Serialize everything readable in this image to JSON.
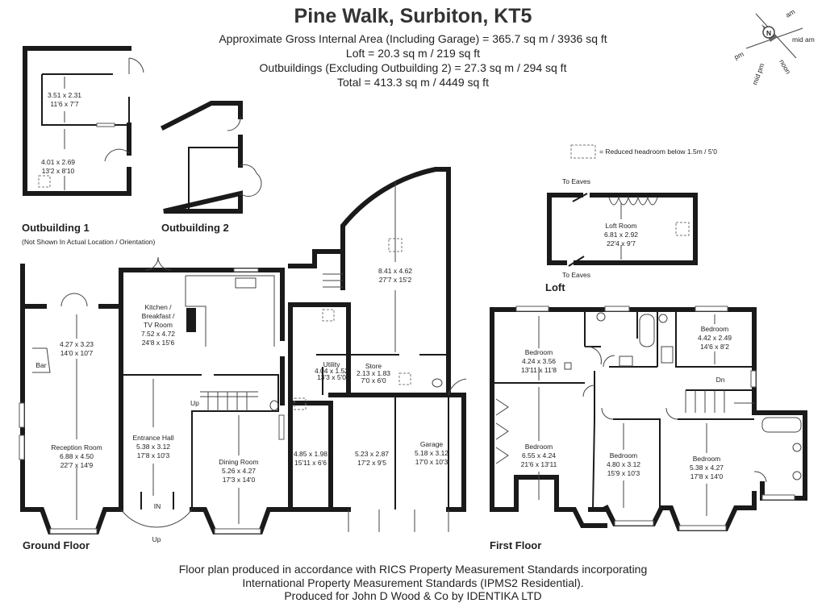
{
  "header": {
    "title": "Pine Walk, Surbiton, KT5",
    "area_lines": [
      "Approximate Gross Internal Area (Including Garage) = 365.7 sq m / 3936 sq ft",
      "Loft = 20.3 sq m / 219 sq ft",
      "Outbuildings (Excluding Outbuilding 2) = 27.3 sq m / 294 sq ft",
      "Total = 413.3 sq m / 4449 sq ft"
    ]
  },
  "legend": {
    "reduced_headroom": "= Reduced headroom below 1.5m / 5'0"
  },
  "compass": {
    "am": "am",
    "mid_am": "mid am",
    "noon": "noon",
    "mid_pm": "mid pm",
    "pm": "pm",
    "north": "N"
  },
  "outbuilding1": {
    "label": "Outbuilding 1",
    "note": "(Not Shown In Actual Location / Orientation)",
    "rooms": [
      {
        "dims_m": "3.51 x 2.31",
        "dims_ft": "11'6 x 7'7"
      },
      {
        "dims_m": "4.01 x 2.69",
        "dims_ft": "13'2 x 8'10"
      }
    ]
  },
  "outbuilding2": {
    "label": "Outbuilding 2"
  },
  "loft": {
    "label": "Loft",
    "to_eaves_top": "To Eaves",
    "to_eaves_bottom": "To Eaves",
    "room": {
      "name": "Loft Room",
      "dims_m": "6.81 x 2.92",
      "dims_ft": "22'4 x 9'7"
    }
  },
  "ground_floor": {
    "label": "Ground Floor",
    "bar": "Bar",
    "up_stairs": "Up",
    "in": "IN",
    "up_steps": "Up",
    "rooms": {
      "sunroom": {
        "dims_m": "4.27 x 3.23",
        "dims_ft": "14'0 x 10'7"
      },
      "reception": {
        "name": "Reception Room",
        "dims_m": "6.88 x 4.50",
        "dims_ft": "22'7 x 14'9"
      },
      "kitchen": {
        "name1": "Kitchen /",
        "name2": "Breakfast /",
        "name3": "TV Room",
        "dims_m": "7.52 x 4.72",
        "dims_ft": "24'8 x 15'6"
      },
      "entrance": {
        "name": "Entrance Hall",
        "dims_m": "5.38 x 3.12",
        "dims_ft": "17'8 x 10'3"
      },
      "dining": {
        "name": "Dining Room",
        "dims_m": "5.26 x 4.27",
        "dims_ft": "17'3 x 14'0"
      },
      "utility": {
        "name": "Utility",
        "dims_m": "4.04 x 1.52",
        "dims_ft": "13'3 x 5'0"
      },
      "store": {
        "name": "Store",
        "dims_m": "2.13 x 1.83",
        "dims_ft": "7'0 x 6'0"
      },
      "large": {
        "dims_m": "8.41 x 4.62",
        "dims_ft": "27'7 x 15'2"
      },
      "side": {
        "dims_m": "4.85 x 1.98",
        "dims_ft": "15'11 x 6'6"
      },
      "middle": {
        "dims_m": "5.23 x 2.87",
        "dims_ft": "17'2 x 9'5"
      },
      "garage": {
        "name": "Garage",
        "dims_m": "5.18 x 3.12",
        "dims_ft": "17'0 x 10'3"
      }
    }
  },
  "first_floor": {
    "label": "First Floor",
    "dn": "Dn",
    "rooms": {
      "bed_nw": {
        "name": "Bedroom",
        "dims_m": "4.24 x 3.56",
        "dims_ft": "13'11 x 11'8"
      },
      "bed_ne": {
        "name": "Bedroom",
        "dims_m": "4.42 x 2.49",
        "dims_ft": "14'6 x 8'2"
      },
      "bed_w": {
        "name": "Bedroom",
        "dims_m": "6.55 x 4.24",
        "dims_ft": "21'6 x 13'11"
      },
      "bed_mid": {
        "name": "Bedroom",
        "dims_m": "4.80 x 3.12",
        "dims_ft": "15'9 x 10'3"
      },
      "bed_e": {
        "name": "Bedroom",
        "dims_m": "5.38 x 4.27",
        "dims_ft": "17'8 x 14'0"
      }
    }
  },
  "footer": {
    "lines": [
      "Floor plan produced in accordance with RICS Property Measurement Standards incorporating",
      "International Property Measurement Standards (IPMS2 Residential).",
      "Produced for John D Wood & Co by IDENTIKA LTD"
    ]
  }
}
